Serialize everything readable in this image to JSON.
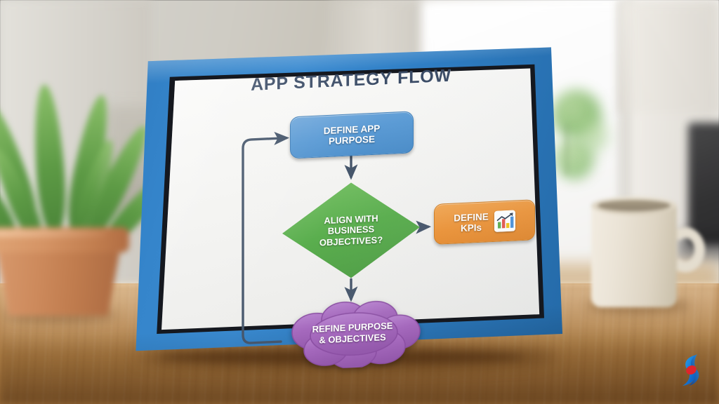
{
  "scene": {
    "description": "Blue-framed tablet on a wooden desk showing a flowchart slide",
    "objects": [
      "potted-plant",
      "coffee-mug",
      "wooden-desk",
      "window",
      "monitor"
    ]
  },
  "slide": {
    "title": "APP STRATEGY FLOW",
    "title_color": "#3b4c66",
    "background_color": "#f5f5f3"
  },
  "flowchart": {
    "type": "flowchart",
    "nodes": [
      {
        "id": "define-app-purpose",
        "label": "DEFINE APP PURPOSE",
        "line1": "DEFINE APP",
        "line2": "PURPOSE",
        "shape": "rounded-rectangle",
        "color": "#5b9bd5"
      },
      {
        "id": "align-with-business-objectives",
        "label": "ALIGN WITH BUSINESS OBJECTIVES?",
        "line1": "ALIGN WITH",
        "line2": "BUSINESS",
        "line3": "OBJECTIVES?",
        "shape": "diamond",
        "color": "#5aae4e"
      },
      {
        "id": "define-kpis",
        "label": "DEFINE KPIs",
        "line1": "DEFINE",
        "line2": "KPIs",
        "shape": "rounded-rectangle",
        "color": "#ec9337",
        "icon": "bar-chart-trend-icon"
      },
      {
        "id": "refine-purpose-objectives",
        "label": "REFINE PURPOSE & OBJECTIVES",
        "line1": "REFINE PURPOSE",
        "line2": "& OBJECTIVES",
        "shape": "cloud",
        "color": "#a569bd"
      }
    ],
    "edges": [
      {
        "from": "define-app-purpose",
        "to": "align-with-business-objectives",
        "direction": "down"
      },
      {
        "from": "align-with-business-objectives",
        "to": "define-kpis",
        "direction": "right"
      },
      {
        "from": "align-with-business-objectives",
        "to": "refine-purpose-objectives",
        "direction": "down"
      },
      {
        "from": "refine-purpose-objectives",
        "to": "define-app-purpose",
        "direction": "loop-left-up"
      }
    ],
    "connector_color": "#46566b"
  },
  "device": {
    "frame_color": "#2f7cc2",
    "inner_frame_color": "#15181f"
  },
  "watermark": {
    "name": "s-ribbon-logo",
    "primary_color": "#1269d3",
    "accent_color": "#e0242b"
  }
}
